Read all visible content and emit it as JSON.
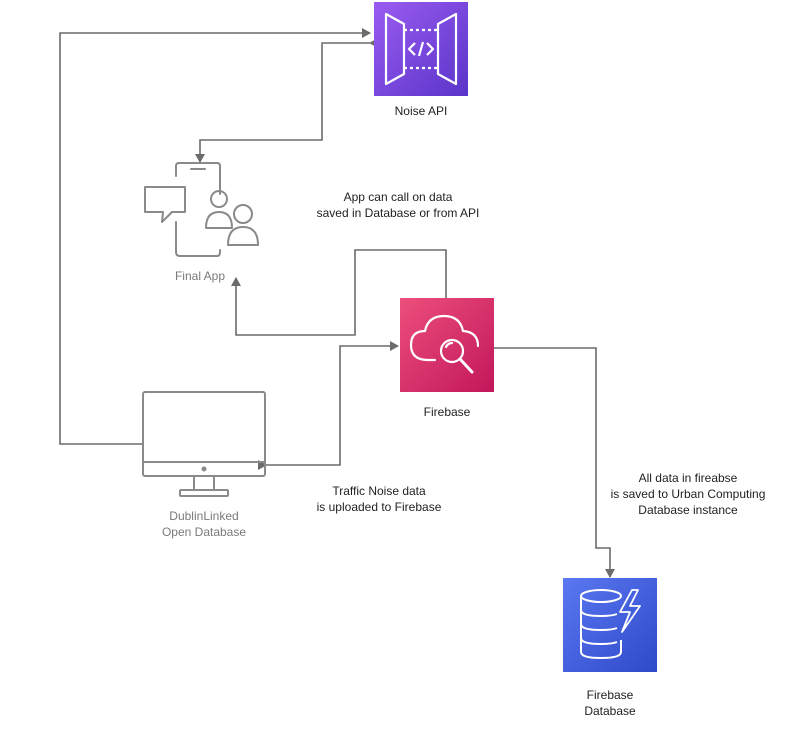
{
  "nodes": {
    "noise_api": {
      "label": "Noise API"
    },
    "final_app": {
      "label": "Final App"
    },
    "firebase": {
      "label": "Firebase"
    },
    "dublin_db": {
      "label": "DublinLinked\nOpen Database"
    },
    "firebase_db": {
      "label": "Firebase\nDatabase"
    }
  },
  "annotations": {
    "app_call": "App can call on data\nsaved in Database or from API",
    "traffic_upload": "Traffic Noise data\nis uploaded to Firebase",
    "firebase_saved": "All data in fireabse\nis saved to Urban Computing\nDatabase instance"
  },
  "colors": {
    "api_purple_top": "#9a5cf0",
    "api_purple_bottom": "#5a34c9",
    "firebase_pink_top": "#ec4f7c",
    "firebase_pink_bottom": "#c2175a",
    "db_blue_top": "#5a78f2",
    "db_blue_bottom": "#2f49c8",
    "edge": "#6b6b6b",
    "outline_icon": "#8a8a8a"
  },
  "icons": {
    "noise_api": "api-gateway-icon",
    "final_app": "mobile-users-icon",
    "firebase": "cloud-search-icon",
    "dublin_db": "desktop-monitor-icon",
    "firebase_db": "dynamodb-database-icon"
  }
}
